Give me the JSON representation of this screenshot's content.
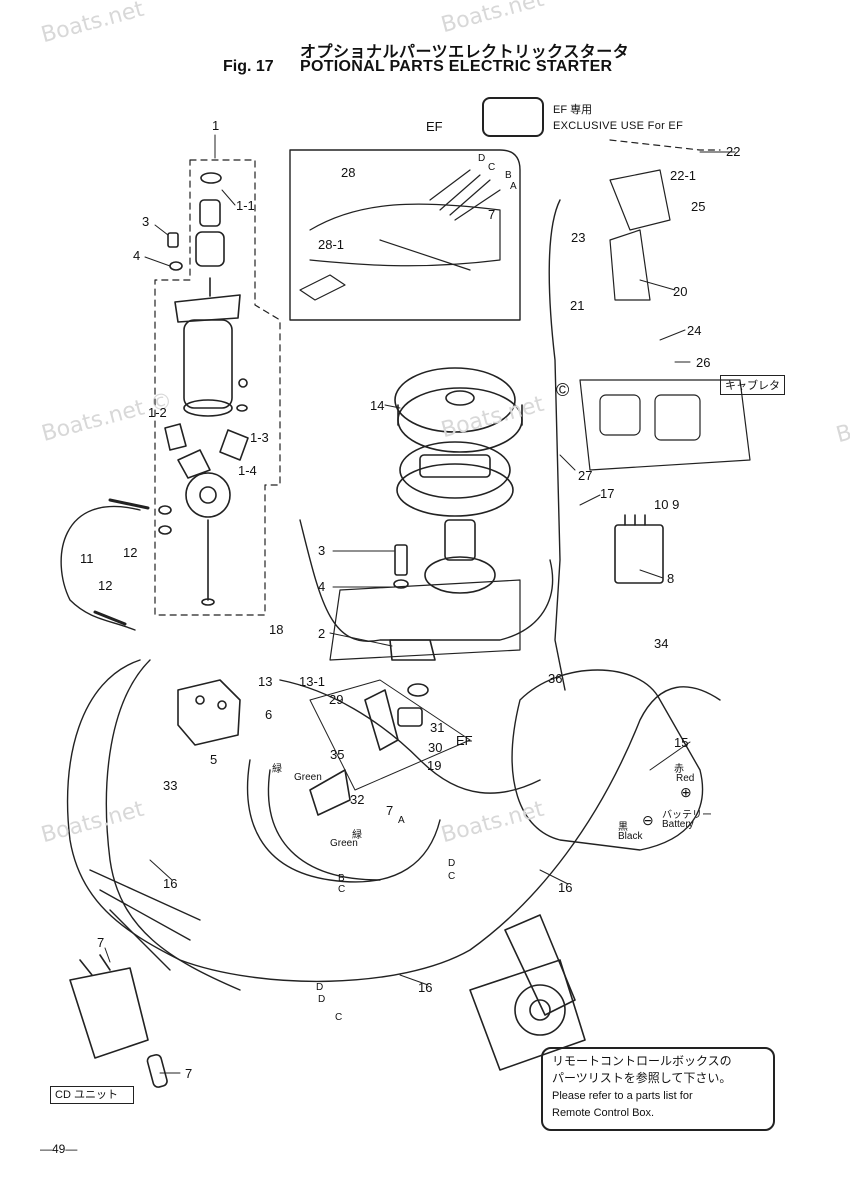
{
  "header": {
    "title_jp": "オプショナルパーツエレクトリックスタータ",
    "fig": "Fig. 17",
    "title_en": "POTIONAL PARTS ELECTRIC STARTER"
  },
  "legend": {
    "jp": "EF 専用",
    "en": "EXCLUSIVE USE For EF"
  },
  "watermarks": [
    "Boats.net",
    "Boats.net",
    "Boats.net ©",
    "Boats.net",
    "Boats.net",
    "Boats.net",
    "Boats.net"
  ],
  "copyright_mark": "©",
  "callouts": {
    "c1": "1",
    "c1_1": "1-1",
    "c1_2": "1-2",
    "c1_3": "1-3",
    "c1_4": "1-4",
    "c2": "2",
    "c3a": "3",
    "c3b": "3",
    "c4a": "4",
    "c4b": "4",
    "c5": "5",
    "c6": "6",
    "c7a": "7",
    "c7b": "7",
    "c7c": "7",
    "c7d": "7",
    "c8": "8",
    "c10_9": "10 9",
    "c11": "11",
    "c12a": "12",
    "c12b": "12",
    "c13": "13",
    "c13_1": "13-1",
    "c14": "14",
    "c15": "15",
    "c16a": "16",
    "c16b": "16",
    "c16c": "16",
    "c17": "17",
    "c18": "18",
    "c19": "19",
    "c20": "20",
    "c21": "21",
    "c22": "22",
    "c22_1": "22-1",
    "c23": "23",
    "c24": "24",
    "c25": "25",
    "c26": "26",
    "c27": "27",
    "c28": "28",
    "c28_1": "28-1",
    "c29": "29",
    "c30": "30",
    "c31": "31",
    "c32": "32",
    "c33": "33",
    "c34": "34",
    "c35": "35",
    "c36": "36",
    "ef_top": "EF",
    "ef_mid": "EF"
  },
  "wire_letters": {
    "a1": "A",
    "b1": "B",
    "c1": "C",
    "d1": "D",
    "a2": "A",
    "b2": "B",
    "c2": "C",
    "d2": "D",
    "c3": "C",
    "d3": "D",
    "c4": "C",
    "d4": "D"
  },
  "wire_labels": {
    "green_jp1": "緑",
    "green_en1": "Green",
    "green_jp2": "緑",
    "green_en2": "Green",
    "red_jp": "赤",
    "red_en": "Red",
    "black_jp": "黒",
    "black_en": "Black",
    "battery_jp": "バッテリー",
    "battery_en": "Battery",
    "plus": "⊕",
    "minus": "⊖"
  },
  "carburetor_label": "キャブレタ",
  "cd_unit": "CD ユニット",
  "note": {
    "jp1": "リモートコントロールボックスの",
    "jp2": "パーツリストを参照して下さい。",
    "en1": "Please refer to a parts list for",
    "en2": "Remote Control Box."
  },
  "page": "—49—"
}
